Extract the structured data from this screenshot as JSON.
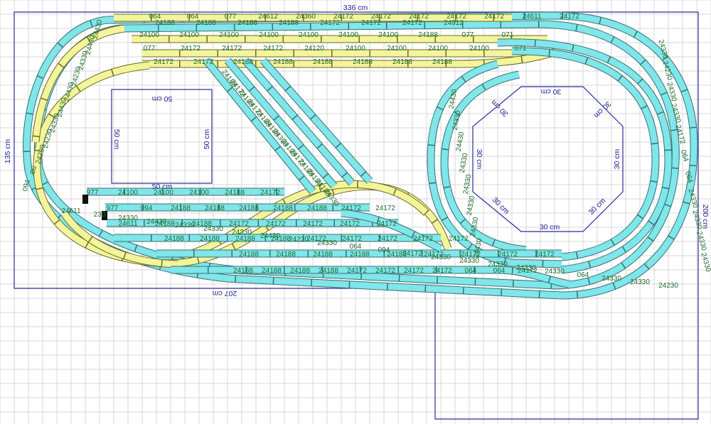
{
  "diagram": {
    "title": "",
    "dimensions": {
      "top_width": "336 cm",
      "left_height": "135 cm",
      "right_height": "200 cm",
      "bottom_left_width": "207 cm",
      "square_top": "50 cm",
      "square_left": "50 cm",
      "square_right": "50 cm",
      "square_bottom": "50 cm",
      "oct_top": "30 cm",
      "oct_top_left": "30 cm",
      "oct_top_right": "30 cm",
      "oct_left": "30 cm",
      "oct_right": "30 cm",
      "oct_bottom_left": "30 cm",
      "oct_bottom_right": "30 cm",
      "oct_bottom": "30 cm"
    },
    "piece_labels": {
      "top_row_a": [
        "064",
        "064",
        "077",
        "24612",
        "24360",
        "24172",
        "24172",
        "24172",
        "24172",
        "24172",
        "24611",
        "24172"
      ],
      "top_row_b": [
        "24188",
        "24188",
        "24188",
        "24188",
        "24172",
        "24172",
        "24172",
        "24912"
      ],
      "row_c": [
        "24100",
        "24100",
        "24100",
        "24100",
        "24100",
        "24100",
        "24100",
        "24188",
        "077",
        "071"
      ],
      "row_d": [
        "077",
        "24172",
        "24172",
        "24172",
        "24120",
        "24100",
        "24100",
        "24100",
        "24100",
        "071"
      ],
      "row_e": [
        "24172",
        "24172",
        "24188",
        "24188",
        "24188",
        "24188",
        "24188",
        "24188"
      ],
      "left_curve": [
        "24430",
        "24430",
        "24330",
        "24230",
        "24430",
        "24430",
        "24330",
        "24230",
        "24230",
        "06",
        "094"
      ],
      "right_curve_outer": [
        "24330",
        "24230",
        "24330",
        "24330",
        "24172",
        "064",
        "064",
        "24330",
        "24330",
        "24330",
        "24330"
      ],
      "right_curve_inner": [
        "24430",
        "24330",
        "24430",
        "24330",
        "24330",
        "24330",
        "24330",
        "24430"
      ],
      "diagonal": [
        "24188",
        "24172",
        "24188",
        "24172",
        "24188",
        "24188",
        "24360",
        "24188",
        "24172",
        "24188",
        "24180",
        "24188",
        "24330"
      ],
      "lower_row_1": [
        "977",
        "24100",
        "24100",
        "24100",
        "24188",
        "24172"
      ],
      "lower_row_2": [
        "977",
        "094",
        "24188",
        "24188",
        "24188",
        "24188",
        "24188",
        "24172",
        "24172"
      ],
      "lower_row_3": [
        "24611",
        "24188",
        "24188",
        "24172",
        "24172",
        "24172",
        "24172",
        "24172"
      ],
      "lower_row_4": [
        "24188",
        "24188",
        "24188",
        "24188",
        "24172",
        "24172",
        "24172",
        "24172",
        "24172"
      ],
      "lower_row_5": [
        "24188",
        "24188",
        "24188",
        "24188",
        "24188",
        "24172",
        "24172",
        "24172",
        "24172"
      ],
      "lower_row_6": [
        "24188",
        "24188",
        "24188",
        "24188",
        "24172",
        "24172",
        "24172",
        "24172",
        "064",
        "064",
        "24172"
      ],
      "lower_misc": [
        "24611",
        "230",
        "24330",
        "24430",
        "24330",
        "24330",
        "24330",
        "24430",
        "24230",
        "24330",
        "064",
        "094",
        "24172",
        "24330",
        "24330",
        "24330",
        "24230",
        "24330",
        "064",
        "24330",
        "24330",
        "24230"
      ]
    },
    "colors": {
      "background": "#ffffff",
      "grid": "#d7d7d7",
      "outline": "#2b2b99",
      "dimension_text": "#1a1a8c",
      "piece_text": "#1f6b2e",
      "track_cyan": "#7fe6ea",
      "track_yellow": "#f4f49a",
      "bumper": "#111111"
    }
  }
}
